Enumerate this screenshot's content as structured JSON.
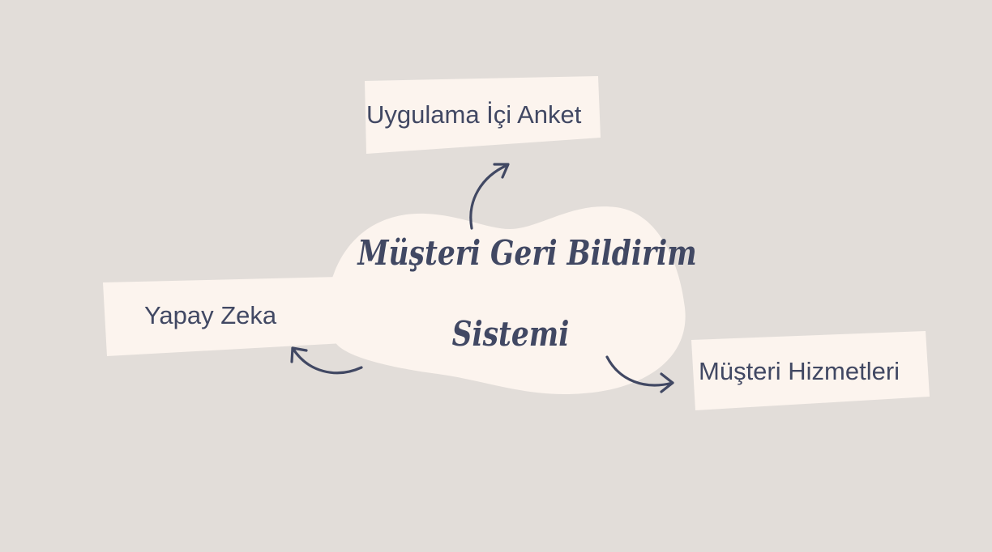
{
  "diagram": {
    "center": {
      "line1": "Müşteri Geri Bildirim",
      "line2": "Sistemi"
    },
    "nodes": {
      "top": "Uygulama İçi Anket",
      "left": "Yapay Zeka",
      "right": "Müşteri Hizmetleri"
    }
  },
  "colors": {
    "background": "#e2ddd9",
    "shape_fill": "#fcf4ee",
    "text": "#414863",
    "arrow": "#414863"
  }
}
